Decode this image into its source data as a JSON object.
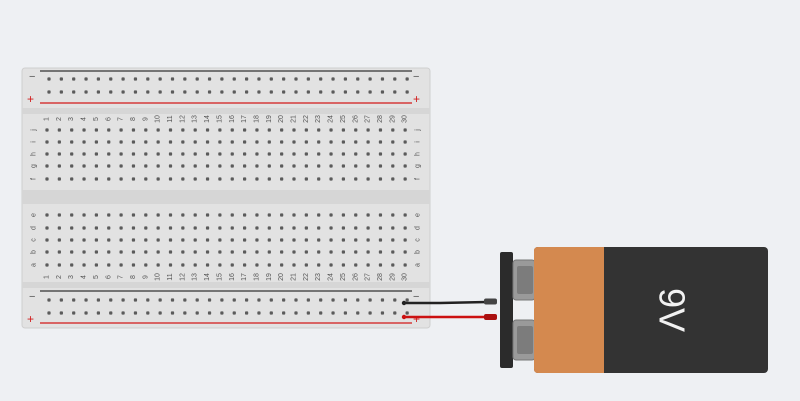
{
  "breadboard": {
    "rail_minus": "−",
    "rail_plus": "+",
    "row_letters_top": [
      "j",
      "i",
      "h",
      "g",
      "f"
    ],
    "row_letters_bottom": [
      "e",
      "d",
      "c",
      "b",
      "a"
    ],
    "column_count": 30
  },
  "battery": {
    "label": "9V",
    "colors": {
      "cap": "#d4894f",
      "body": "#333333",
      "terminal": "#9c9c9c"
    }
  },
  "wires": {
    "negative_color": "#222222",
    "positive_color": "#cc1111"
  },
  "colors": {
    "board": "#e4e4e4",
    "rail_red": "#d11a1a",
    "rail_dark": "#333333",
    "hole": "#5b5b5b"
  }
}
